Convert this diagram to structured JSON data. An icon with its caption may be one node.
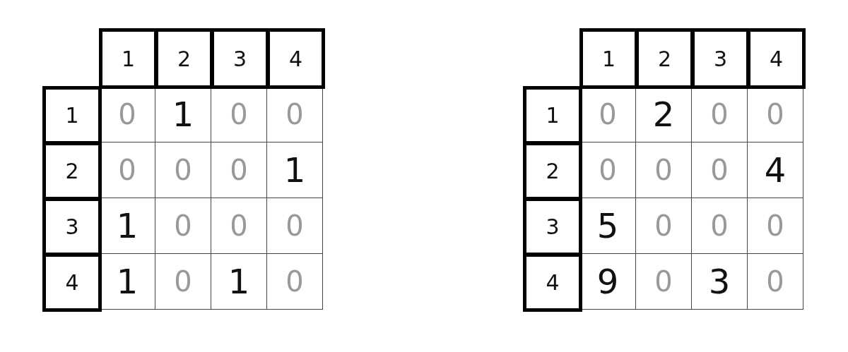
{
  "diagram": {
    "labels": [
      "1",
      "2",
      "3",
      "4",
      "1",
      "0",
      "1",
      "0",
      "0",
      "2",
      "0",
      "0",
      "0",
      "1",
      "3",
      "1",
      "0",
      "0",
      "0",
      "4",
      "1",
      "0",
      "1",
      "0",
      "1",
      "2",
      "3",
      "4",
      "1",
      "0",
      "2",
      "0",
      "0",
      "2",
      "0",
      "0",
      "0",
      "4",
      "3",
      "5",
      "0",
      "0",
      "0",
      "4",
      "9",
      "0",
      "3",
      "0"
    ]
  }
}
